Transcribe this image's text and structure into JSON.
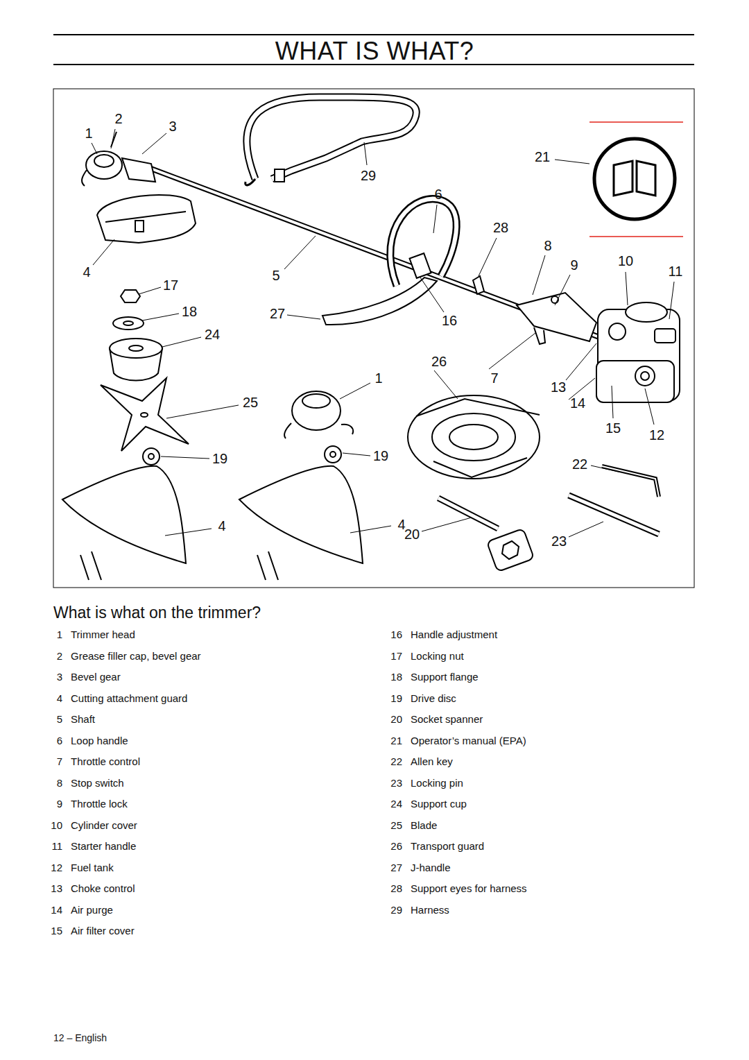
{
  "diagram": {
    "title": "WHAT IS WHAT?",
    "labels": [
      "2",
      "1",
      "3",
      "21",
      "29",
      "6",
      "28",
      "8",
      "4",
      "5",
      "9",
      "10",
      "11",
      "17",
      "18",
      "27",
      "16",
      "24",
      "26",
      "1",
      "7",
      "13",
      "25",
      "14",
      "15",
      "12",
      "19",
      "19",
      "22",
      "4",
      "4",
      "20",
      "23",
      "What is what on the trimmer?",
      "1",
      "Trimmer head",
      "2",
      "Grease filler cap, bevel gear",
      "3",
      "Bevel gear",
      "4",
      "Cutting attachment guard",
      "5",
      "Shaft",
      "6",
      "Loop handle",
      "7",
      "Throttle control",
      "8",
      "Stop switch",
      "9",
      "Throttle lock",
      "10",
      "Cylinder cover",
      "11",
      "Starter handle",
      "12",
      "Fuel tank",
      "13",
      "Choke control",
      "14",
      "Air purge",
      "15",
      "Air filter cover",
      "16",
      "Handle adjustment",
      "17",
      "Locking nut",
      "18",
      "Support flange",
      "19",
      "Drive disc",
      "20",
      "Socket spanner",
      "21",
      "Operator’s manual (EPA)",
      "22",
      "Allen key",
      "23",
      "Locking pin",
      "24",
      "Support cup",
      "25",
      "Blade",
      "26",
      "Transport guard",
      "27",
      "J-handle",
      "28",
      "Support eyes for harness",
      "29",
      "Harness",
      "12 – English"
    ]
  }
}
